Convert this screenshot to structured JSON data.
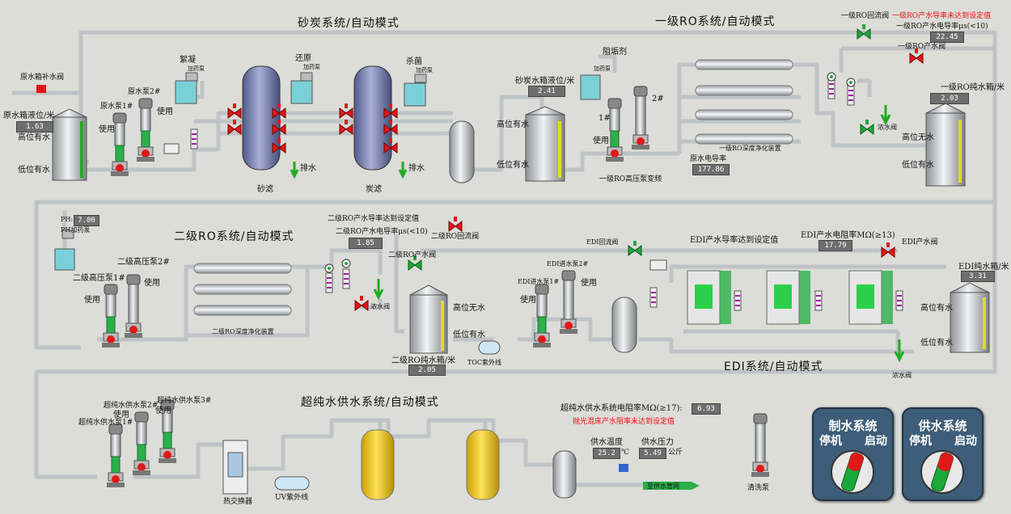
{
  "sections": {
    "sand_carbon": "砂炭系统/自动模式",
    "ro1": "一级RO系统/自动模式",
    "ro2": "二级RO系统/自动模式",
    "edi": "EDI系统/自动模式",
    "ultra": "超纯水供水系统/自动模式"
  },
  "labels": {
    "raw_makeup_valve": "原水箱补水阀",
    "raw_tank_level": "原水箱液位/米",
    "raw_high": "高位有水",
    "raw_low": "低位有水",
    "raw_pump1": "原水泵1#",
    "raw_pump2": "原水泵2#",
    "use1": "使用",
    "use2": "使用",
    "floc": "絮凝",
    "floc_pump": "加药泵",
    "reduce": "还原",
    "reduce_pump": "加药泵",
    "steril": "杀菌",
    "steril_pump": "加药泵",
    "sand_filter": "砂滤",
    "carbon_filter": "炭滤",
    "drain1": "排水",
    "drain2": "排水",
    "sc_tank_level": "砂炭水箱液位/米",
    "sc_high": "高位有水",
    "sc_low": "低位有水",
    "antiscalant": "阻垢剂",
    "antiscalant_pump": "加药泵",
    "hp1": "1#",
    "hp2": "2#",
    "hp_use": "使用",
    "ro1_vfd": "一级RO高压泵变频",
    "ro1_membrane": "一级RO深度净化装置",
    "raw_cond": "原水电导率",
    "ro1_reflux": "一级RO回流阀",
    "ro1_alarm": "一级RO产水导率未达到设定值",
    "ro1_cond": "一级RO产水电导率μs(<10)",
    "ro1_product": "一级RO产水阀",
    "ro1_tank": "一级RO纯水箱/米",
    "ro1_high": "高位无水",
    "ro1_low": "低位有水",
    "ro1_drain": "浓水阀",
    "ph": "PH:",
    "ph_pump": "PH加药泵",
    "ro2_hp1": "二级高压泵1#",
    "ro2_hp2": "二级高压泵2#",
    "ro2_use1": "使用",
    "ro2_use2": "使用",
    "ro2_membrane": "二级RO深度净化装置",
    "ro2_alarm": "二级RO产水导率达到设定值",
    "ro2_cond": "二级RO产水电导率μs(<10)",
    "ro2_reflux": "二级RO回流阀",
    "ro2_product": "二级RO产水阀",
    "ro2_drain": "浓水阀",
    "ro2_tank": "二级RO纯水箱/米",
    "ro2_high": "高位无水",
    "ro2_low": "低位有水",
    "toc": "TOC紫外线",
    "edi_pump1": "EDI进水泵1#",
    "edi_pump2": "EDI进水泵2#",
    "edi_use1": "使用",
    "edi_use2": "使用",
    "edi_reflux": "EDI回流阀",
    "edi_cond_alarm": "EDI产水导率达到设定值",
    "edi_res": "EDI产水电阻率MΩ(≥13)",
    "edi_product": "EDI产水阀",
    "edi_tank": "EDI纯水箱/米",
    "edi_high": "高位有水",
    "edi_low": "低位有水",
    "edi_drain": "浓水阀",
    "up_pump1": "超纯水供水泵1#",
    "up_pump2": "超纯水供水泵2#",
    "up_pump3": "超纯水供水泵3#",
    "up_use1": "使用",
    "up_use2": "使用",
    "hx": "热交换器",
    "uv": "UV紫外线",
    "up_res": "超纯水供水系统电阻率MΩ(≥17):",
    "polish_alarm": "抛光混床产水阻率未达到设定值",
    "temp": "供水温度",
    "temp_unit": "℃",
    "press": "供水压力",
    "press_unit": "公斤",
    "outlet": "至供水管网",
    "clean_pump": "清洗泵"
  },
  "values": {
    "raw_level": "1.63",
    "sc_level": "2.41",
    "raw_cond": "177.86",
    "ro1_cond": "22.45",
    "ro1_level": "2.03",
    "ph": "7.00",
    "ro2_cond": "1.85",
    "ro2_level": "2.05",
    "edi_res": "17.79",
    "edi_level": "3.31",
    "up_res": "6.93",
    "temp": "25.2",
    "press": "5.49"
  },
  "controls": {
    "make_title": "制水系统",
    "make_stop": "停机",
    "make_start": "启动",
    "supply_title": "供水系统",
    "supply_stop": "停机",
    "supply_start": "启动"
  },
  "colors": {
    "pipe": "#bfc3c6",
    "valve_red": "#e01818",
    "valve_green": "#1fa83a",
    "motor_green": "#2bb04a",
    "value_box": "#6e6e6e",
    "panel": "#3d5d79",
    "alarm": "#ee1111"
  },
  "icons": [
    "valve-icon",
    "pump-icon",
    "tank-icon",
    "filter-icon",
    "membrane-icon",
    "gauge-icon",
    "selector-knob-icon"
  ]
}
